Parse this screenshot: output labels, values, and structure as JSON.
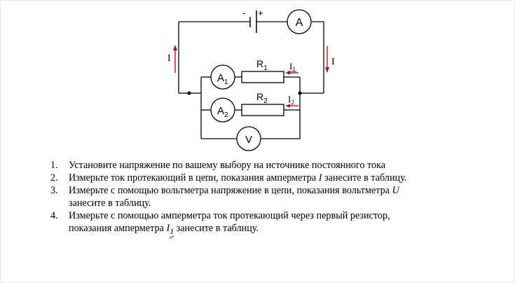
{
  "circuit": {
    "battery_minus": "-",
    "battery_plus": "+",
    "ammeter_main": "A",
    "ammeter_1": {
      "base": "A",
      "sub": "1"
    },
    "ammeter_2": {
      "base": "A",
      "sub": "2"
    },
    "voltmeter": "V",
    "resistor_1": {
      "base": "R",
      "sub": "1"
    },
    "resistor_2": {
      "base": "R",
      "sub": "2"
    },
    "current_left": "I",
    "current_right": "I",
    "current_1": {
      "base": "I",
      "sub": "1"
    },
    "current_2": {
      "base": "I",
      "sub": "2"
    },
    "arrow_color": "#b0101a"
  },
  "instructions": [
    {
      "num": "1.",
      "text": "Установите напряжение по вашему выбору на источнике постоянного тока"
    },
    {
      "num": "2.",
      "pre": "Измерьте ток протекающий в цепи, показания амперметра ",
      "var": "I",
      "post": " занесите в таблицу."
    },
    {
      "num": "3.",
      "pre": "Измерьте с помощью вольтметра напряжение в цепи, показания вольтметра ",
      "var": "U",
      "post": "занесите в таблицу."
    },
    {
      "num": "4.",
      "line1": "Измерьте с помощью амперметра ток протекающий через первый резистор,",
      "pre": "показания амперметра ",
      "var": "I",
      "var_sub": "1",
      "post": " занесите в таблицу."
    }
  ]
}
